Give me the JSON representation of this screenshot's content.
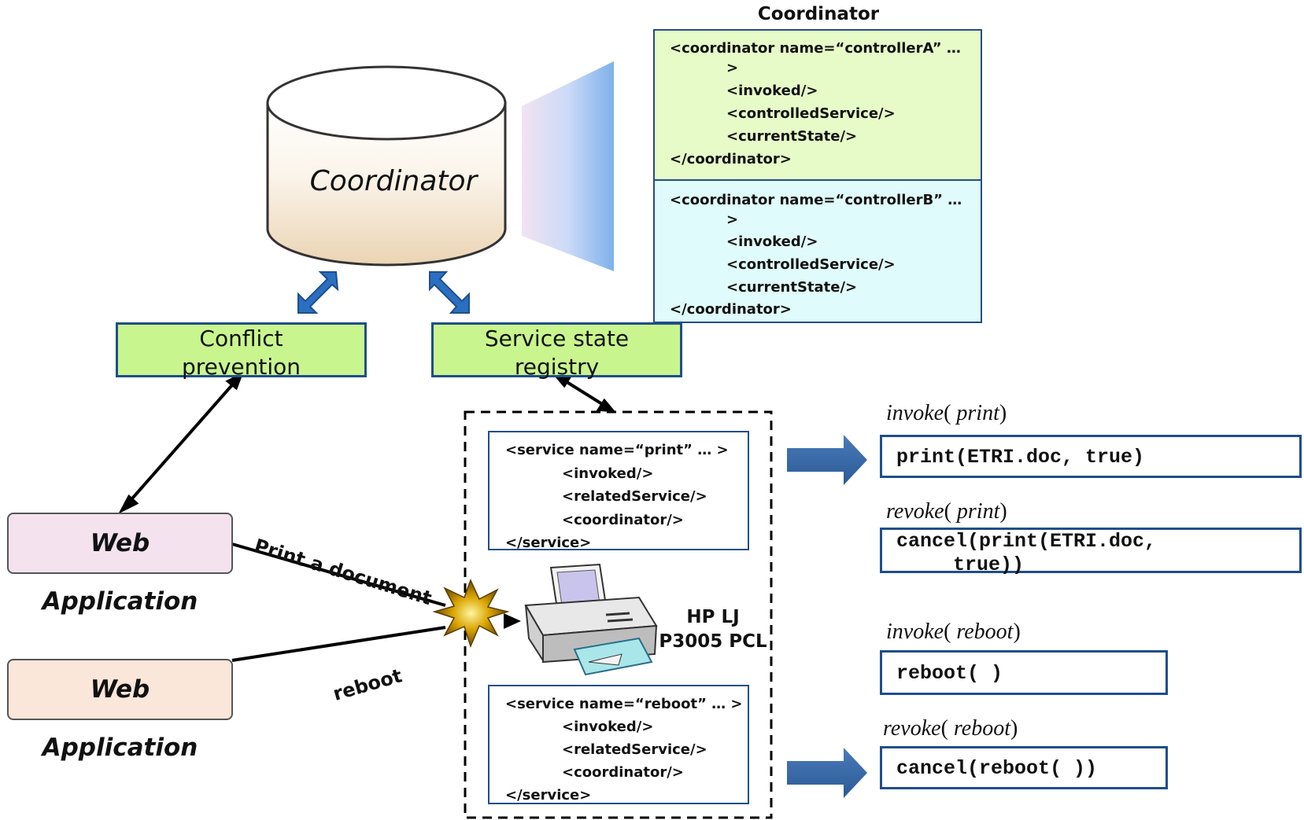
{
  "coordinator_db": {
    "label": "Coordinator"
  },
  "coordinator_panel": {
    "title": "Coordinator",
    "box_a": [
      "<coordinator name=“controllerA” …",
      ">",
      "<invoked/>",
      "<controlledService/>",
      "<currentState/>",
      "</coordinator>"
    ],
    "box_b": [
      "<coordinator name=“controllerB” …",
      ">",
      "<invoked/>",
      "<controlledService/>",
      "<currentState/>",
      "</coordinator>"
    ]
  },
  "modules": {
    "conflict": [
      "Conflict",
      "prevention"
    ],
    "registry": [
      "Service state",
      "registry"
    ]
  },
  "web_apps": [
    "Web Application",
    "Web Application"
  ],
  "edge_labels": {
    "print": "Print a document",
    "reboot": "reboot"
  },
  "services": {
    "print": [
      "<service name=“print” … >",
      "<invoked/>",
      "<relatedService/>",
      "<coordinator/>",
      "</service>"
    ],
    "reboot": [
      "<service name=“reboot” … >",
      "<invoked/>",
      "<relatedService/>",
      "<coordinator/>",
      "</service>"
    ]
  },
  "printer": {
    "label": [
      "HP LJ",
      "P3005 PCL"
    ]
  },
  "operations": [
    {
      "label_fn": "invoke",
      "label_arg": "print",
      "code": [
        "print(ETRI.doc, true)"
      ]
    },
    {
      "label_fn": "revoke",
      "label_arg": "print",
      "code": [
        "cancel(print(ETRI.doc,",
        "true))"
      ]
    },
    {
      "label_fn": "invoke",
      "label_arg": "reboot",
      "code": [
        "reboot( )"
      ]
    },
    {
      "label_fn": "revoke",
      "label_arg": "reboot",
      "code": [
        "cancel(reboot( ))"
      ]
    }
  ],
  "colors": {
    "border_blue": "#1f4e8a",
    "module_green": "#c9f58e",
    "xml_green": "#e6fbc7",
    "xml_blue": "#e0fbfb",
    "arrow_blue": "#2a6fc0",
    "webapp_pink": "#f4e2ee",
    "webapp_peach": "#fbe6da"
  }
}
